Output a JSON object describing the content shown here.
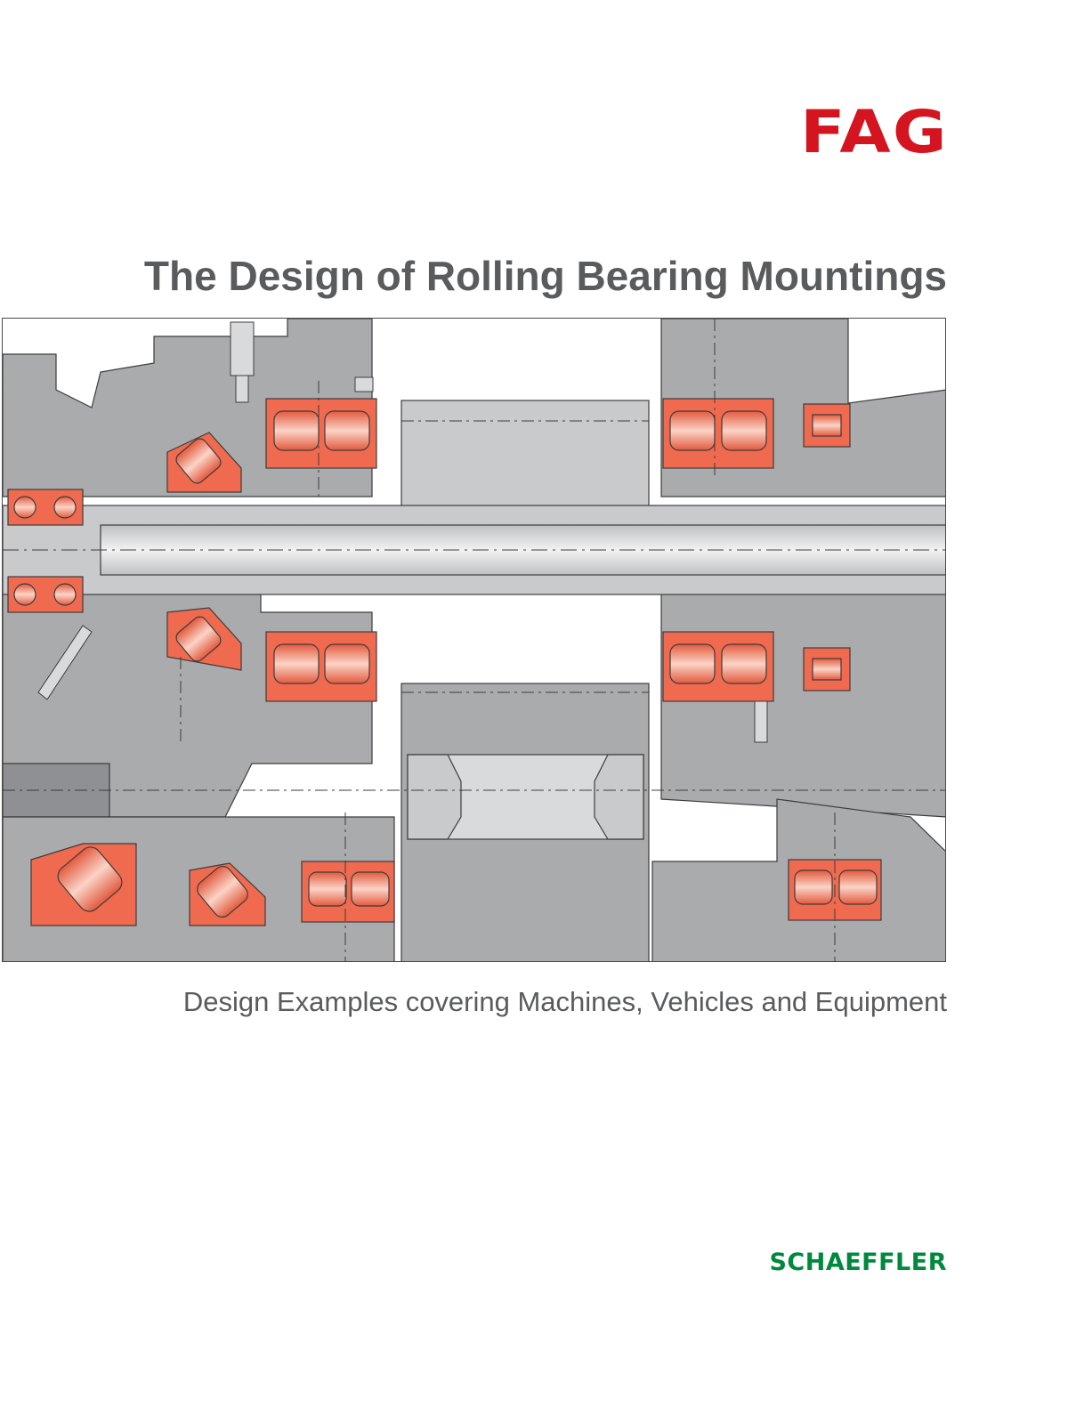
{
  "brand": {
    "fag_logo": "FAG",
    "fag_color": "#d4141f",
    "schaeffler_logo": "SCHAEFFLER",
    "schaeffler_color": "#00893d"
  },
  "cover": {
    "title": "The Design of Rolling Bearing Mountings",
    "subtitle": "Design Examples covering Machines, Vehicles and Equipment"
  },
  "illustration": {
    "housing_color": "#a9abad",
    "housing_dark_color": "#8e9093",
    "shaft_color": "#d9dadb",
    "bearing_color": "#ef6a4e",
    "roller_color": "#f08a70",
    "line_color": "#3d3d3d"
  }
}
